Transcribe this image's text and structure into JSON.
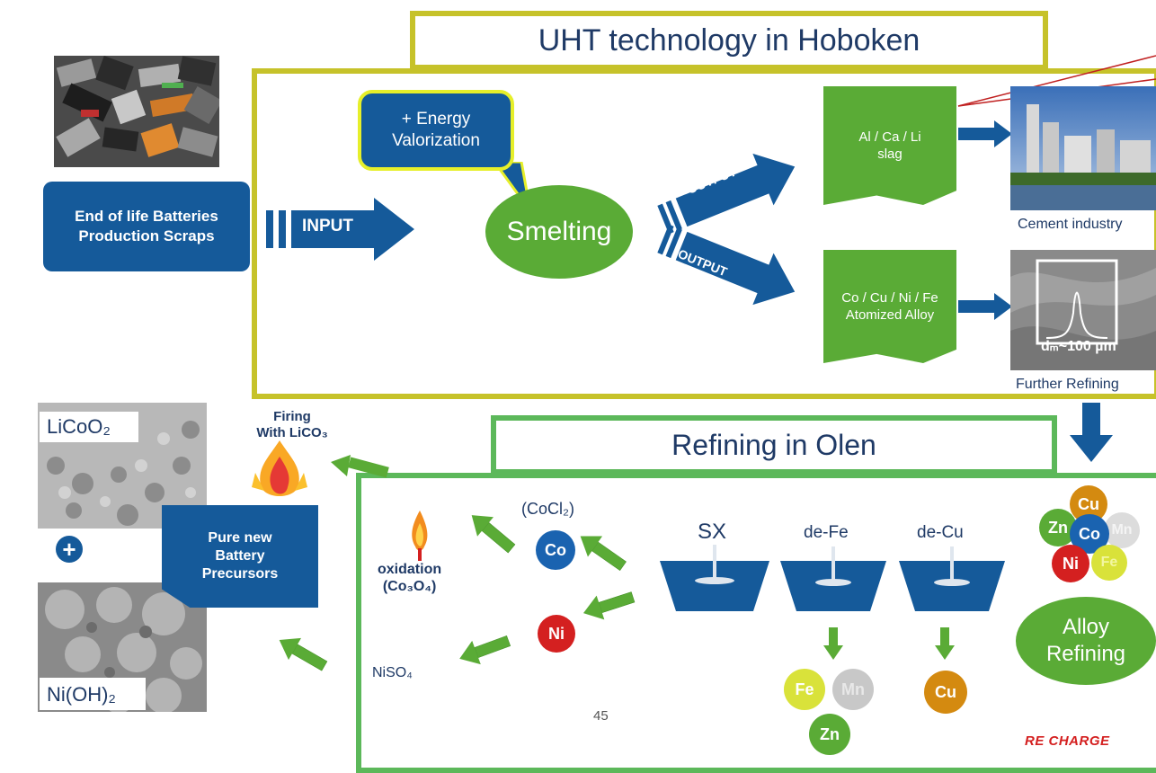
{
  "hoboken": {
    "title": "UHT technology in Hoboken",
    "energy_label": "+ Energy\nValorization",
    "smelting_label": "Smelting",
    "input_label": "INPUT",
    "output_label_1": "OUTPUT",
    "output_label_2": "OUTPUT",
    "slag_label": "Al / Ca / Li\nslag",
    "alloy_label": "Co / Cu / Ni / Fe\nAtomized Alloy",
    "cement_caption": "Cement industry",
    "refining_caption": "Further Refining",
    "particle_size": "dₘ~100 µm"
  },
  "source": {
    "label": "End of life Batteries\nProduction Scraps"
  },
  "olen": {
    "title": "Refining in Olen",
    "sx_label": "SX",
    "defe_label": "de-Fe",
    "decu_label": "de-Cu",
    "cocl2_label": "(CoCl₂)",
    "co_label": "Co",
    "ni_label": "Ni",
    "oxidation_label": "oxidation\n(Co₃O₄)",
    "niso4_label": "NiSO₄",
    "fe_label": "Fe",
    "mn_label": "Mn",
    "zn_label": "Zn",
    "cu_label": "Cu",
    "alloy_refining_label": "Alloy\nRefining",
    "cluster": {
      "cu": "Cu",
      "zn": "Zn",
      "co": "Co",
      "mn": "Mn",
      "ni": "Ni",
      "fe": "Fe"
    },
    "page_number": "45",
    "logo": "RE CHARGE"
  },
  "precursor": {
    "label": "Pure new\nBattery\nPrecursors",
    "firing_label": "Firing\nWith LiCO₃",
    "licoo2_label": "LiCoO₂",
    "nioh2_label": "Ni(OH)₂",
    "plus": "+"
  },
  "colors": {
    "blue": "#155a9a",
    "green": "#5aab36",
    "olive_frame": "#c6c22a",
    "green_frame": "#5cb85a",
    "co_blue": "#1a63b0",
    "ni_red": "#d42020",
    "cu_orange": "#d48a10",
    "fe_yellow": "#d9e23a"
  }
}
